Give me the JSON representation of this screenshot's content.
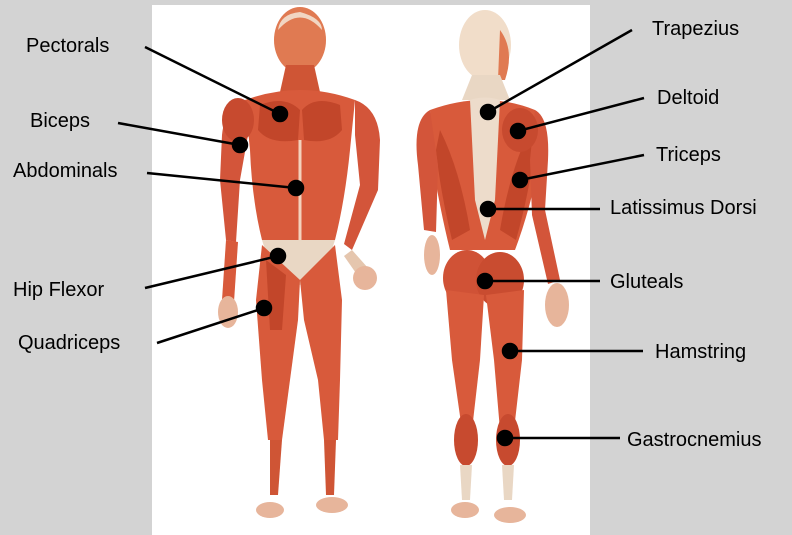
{
  "colors": {
    "background": "#d3d3d3",
    "panel": "#ffffff",
    "muscle": "#d85a3b",
    "muscle_dark": "#b43b22",
    "muscle_light": "#ea8a66",
    "tendon": "#f0e6d8",
    "leader": "#000000"
  },
  "labels": {
    "pectorals": "Pectorals",
    "biceps": "Biceps",
    "abdominals": "Abdominals",
    "hip_flexor": "Hip Flexor",
    "quadriceps": "Quadriceps",
    "trapezius": "Trapezius",
    "deltoid": "Deltoid",
    "triceps": "Triceps",
    "latissimus_dorsi": "Latissimus Dorsi",
    "gluteals": "Gluteals",
    "hamstring": "Hamstring",
    "gastrocnemius": "Gastrocnemius"
  }
}
